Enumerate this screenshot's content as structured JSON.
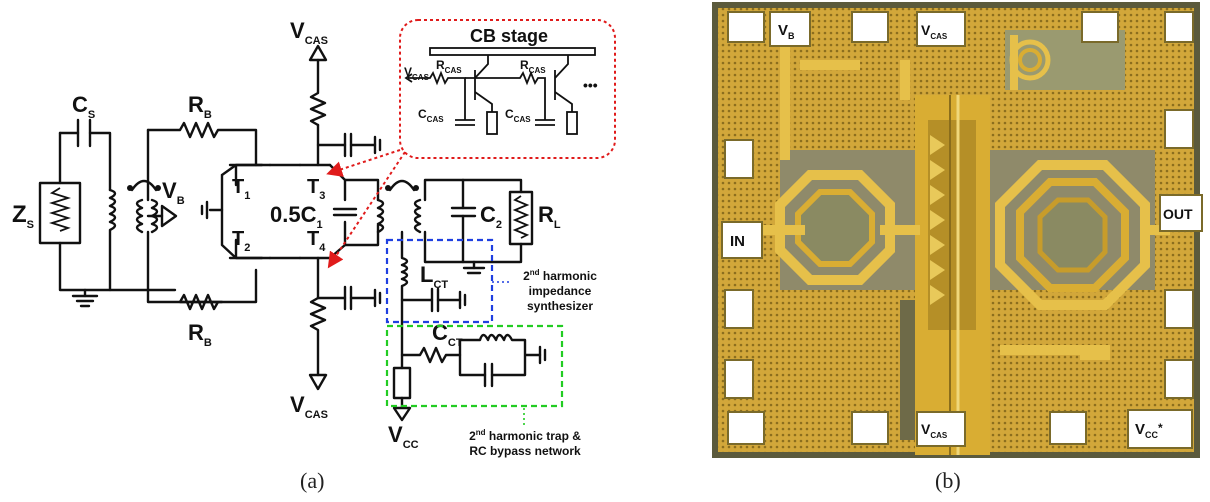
{
  "schematic": {
    "zs": "Z",
    "zs_sub": "S",
    "cs": "C",
    "cs_sub": "S",
    "rb_top": "R",
    "rb_top_sub": "B",
    "rb_bot": "R",
    "rb_bot_sub": "B",
    "vb": "V",
    "vb_sub": "B",
    "t1": "T",
    "t1_sub": "1",
    "t2": "T",
    "t2_sub": "2",
    "t3": "T",
    "t3_sub": "3",
    "t4": "T",
    "t4_sub": "4",
    "c1": "0.5C",
    "c1_sub": "1",
    "vcas_top": "V",
    "vcas_top_sub": "CAS",
    "vcas_bot": "V",
    "vcas_bot_sub": "CAS",
    "c2": "C",
    "c2_sub": "2",
    "rl": "R",
    "rl_sub": "L",
    "lct": "L",
    "lct_sub": "CT",
    "cct": "C",
    "cct_sub": "CT",
    "vcc": "V",
    "vcc_sub": "CC",
    "cb_title": "CB stage",
    "cb_vcas": "V",
    "cb_vcas_sub": "CAS",
    "cb_rcas1": "R",
    "cb_rcas1_sub": "CAS",
    "cb_rcas2": "R",
    "cb_rcas2_sub": "CAS",
    "cb_ccas1": "C",
    "cb_ccas1_sub": "CAS",
    "cb_ccas2": "C",
    "cb_ccas2_sub": "CAS",
    "cb_dots": "•••",
    "harm_synth_sup": "nd",
    "harm_synth_1a": "2",
    "harm_synth_1b": " harmonic",
    "harm_synth_2": "impedance",
    "harm_synth_3": "synthesizer",
    "harm_trap_1a": "2",
    "harm_trap_sup": "nd",
    "harm_trap_1b": " harmonic trap &",
    "harm_trap_2": "RC bypass network",
    "caption": "(a)"
  },
  "chip": {
    "vb": "V",
    "vb_sub": "B",
    "vcas_top": "V",
    "vcas_top_sub": "CAS",
    "vcas_bot": "V",
    "vcas_bot_sub": "CAS",
    "vcc": "V",
    "vcc_sub": "CC",
    "vcc_mark": "*",
    "in": "IN",
    "out": "OUT",
    "caption": "(b)"
  },
  "colors": {
    "harmonic_synth_box": "#1f3fe0",
    "harmonic_trap_box": "#22cc22",
    "cb_stage_box": "#e01b1b",
    "chip_gold": "#d9ad33",
    "chip_background": "#7a7a52"
  }
}
